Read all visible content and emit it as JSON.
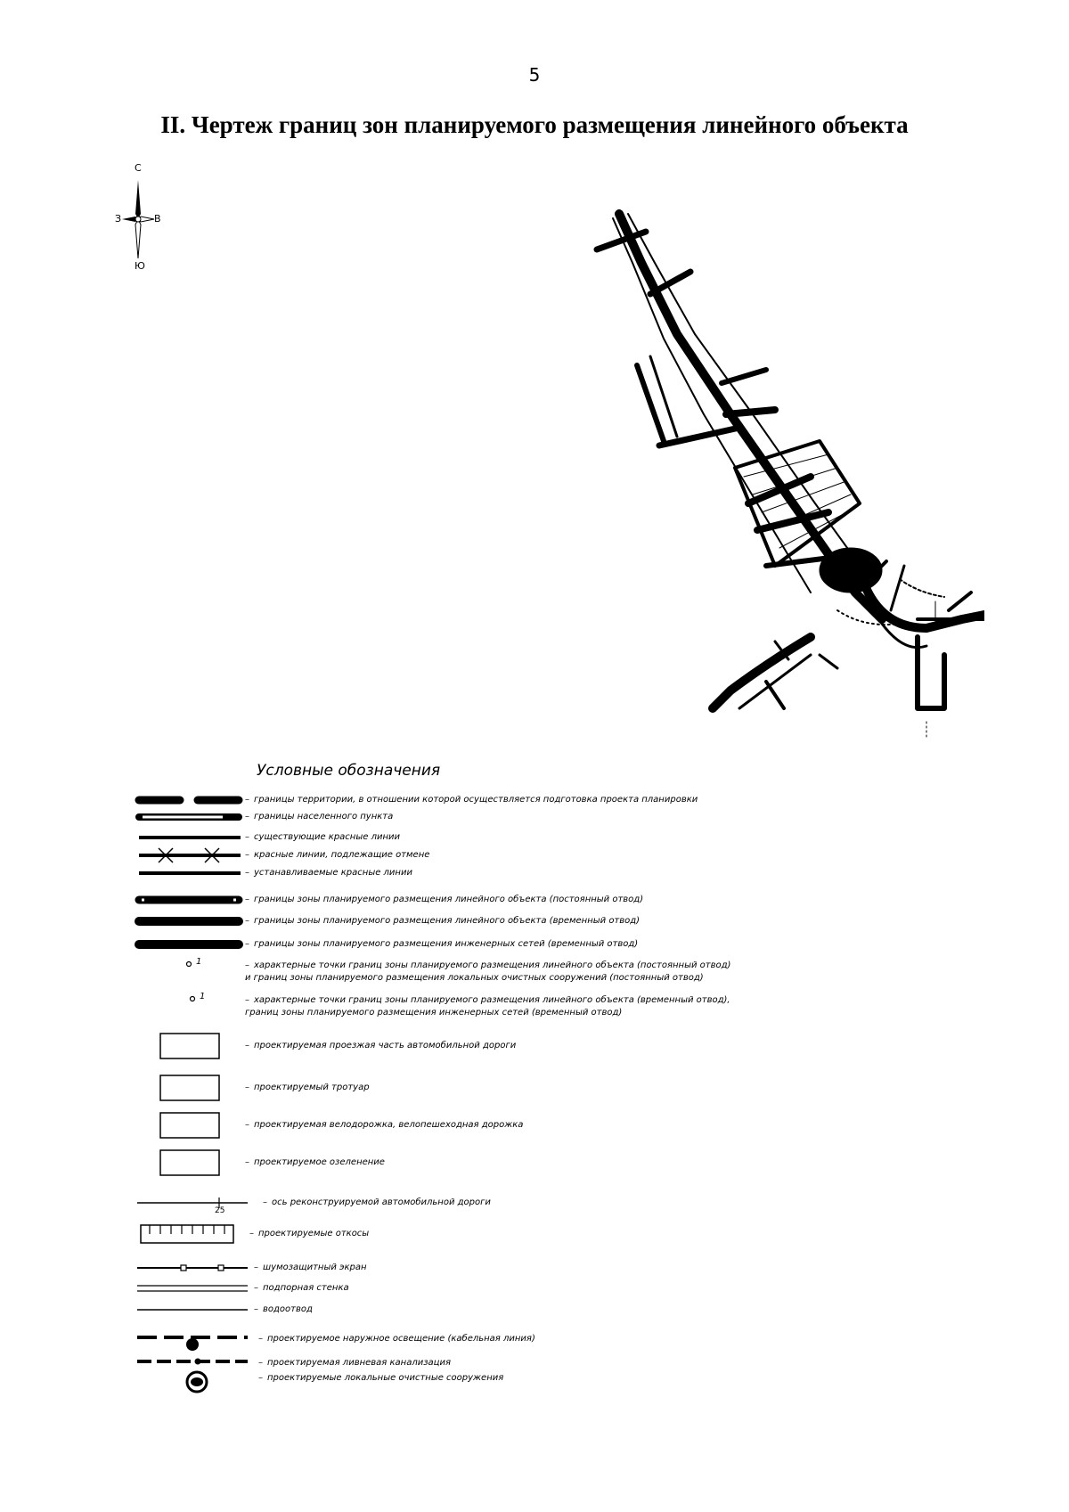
{
  "page_number": "5",
  "title": "II. Чертеж границ зон планируемого размещения линейного объекта",
  "compass": {
    "north": "С",
    "south": "Ю",
    "west": "З",
    "east": "В"
  },
  "legend": {
    "title": "Условные обозначения",
    "dash": "–",
    "items": [
      {
        "label": "границы территории, в отношении которой осуществляется подготовка проекта планировки"
      },
      {
        "label": "границы населенного пункта"
      },
      {
        "label": "существующие красные линии"
      },
      {
        "label": "красные линии, подлежащие отмене"
      },
      {
        "label": "устанавливаемые красные линии"
      },
      {
        "label": "границы зоны планируемого размещения линейного объекта (постоянный отвод)"
      },
      {
        "label": "границы зоны планируемого размещения линейного объекта (временный отвод)"
      },
      {
        "label": "границы зоны планируемого размещения инженерных сетей (временный отвод)"
      },
      {
        "label": "характерные точки границ зоны планируемого размещения линейного объекта (постоянный отвод)\nи границ зоны планируемого размещения локальных очистных сооружений (постоянный отвод)",
        "marker": "1"
      },
      {
        "label": "характерные точки границ зоны планируемого размещения линейного объекта (временный отвод),\nграниц зоны планируемого размещения инженерных сетей (временный отвод)",
        "marker": "1"
      },
      {
        "label": "проектируемая проезжая часть автомобильной дороги"
      },
      {
        "label": "проектируемый тротуар"
      },
      {
        "label": "проектируемая велодорожка, велопешеходная дорожка"
      },
      {
        "label": "проектируемое озеленение"
      },
      {
        "label": "ось реконструируемой автомобильной дороги",
        "marker": "25"
      },
      {
        "label": "проектируемые откосы"
      },
      {
        "label": "шумозащитный экран"
      },
      {
        "label": "подпорная стенка"
      },
      {
        "label": "водоотвод"
      },
      {
        "label": "проектируемое наружное освещение (кабельная линия)"
      },
      {
        "label": "проектируемая ливневая канализация"
      },
      {
        "label": "проектируемые локальные очистные сооружения"
      }
    ]
  }
}
